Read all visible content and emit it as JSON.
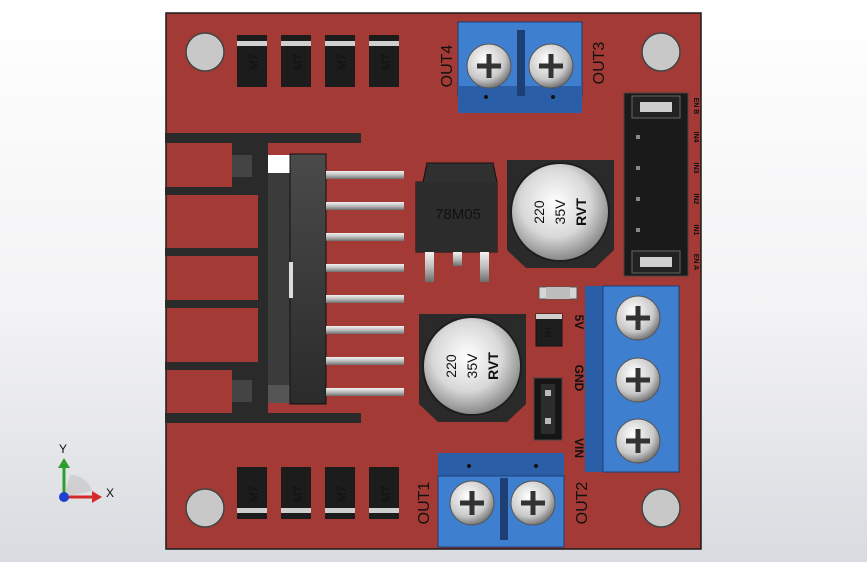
{
  "board": {
    "pcb_color": "#a33a35",
    "outline_color": "#1a1a1a"
  },
  "diodes": {
    "label": "M7",
    "count": 8
  },
  "regulator": {
    "label": "78M05"
  },
  "capacitors": [
    {
      "value": "220",
      "voltage": "35V",
      "brand": "RVT"
    },
    {
      "value": "220",
      "voltage": "35V",
      "brand": "RVT"
    }
  ],
  "terminals": {
    "top_labels": [
      "OUT4",
      "OUT3"
    ],
    "bottom_labels": [
      "OUT1",
      "OUT2"
    ],
    "power_labels": [
      "5V",
      "GND",
      "VIN"
    ]
  },
  "header_pins": [
    "EN B",
    "IN4",
    "IN3",
    "IN2",
    "IN1",
    "EN A"
  ],
  "axis": {
    "y": "Y",
    "x": "X",
    "y_color": "#2ca02c",
    "x_color": "#d42a2a",
    "origin_color": "#1f3fd0"
  },
  "colors": {
    "terminal_blue": "#3f7fd0",
    "terminal_dark": "#2a5fa8",
    "heatsink": "#2a2a2a",
    "chip": "#3a3a3a"
  }
}
